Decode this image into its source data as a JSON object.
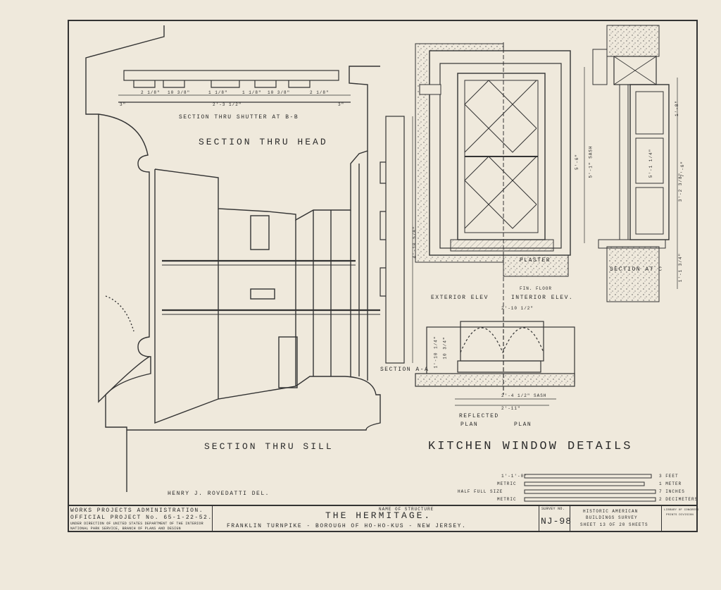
{
  "sheet": {
    "title": "KITCHEN WINDOW DETAILS",
    "drawn_by": "HENRY J. ROVEDATTI   DEL."
  },
  "labels": {
    "section_shutter": "SECTION THRU SHUTTER AT B-B",
    "section_head": "SECTION THRU HEAD",
    "section_sill": "SECTION THRU SILL",
    "section_aa": "SECTION A-A",
    "exterior_elev": "EXTERIOR ELEV",
    "interior_elev": "INTERIOR ELEV.",
    "plaster": "PLASTER",
    "fin_floor": "FIN. FLOOR",
    "section_at_c": "SECTION AT C",
    "reflected_plan": "REFLECTED",
    "plan_plan": "PLAN",
    "plan_word": "PLAN"
  },
  "dimensions": {
    "shutter_total": "2'-3 1/2\"",
    "shutter_a": "2 1/8\"",
    "shutter_b": "10 3/8\"",
    "shutter_c": "1 1/8\"",
    "shutter_d": "1 1/8\"",
    "shutter_e": "10 3/8\"",
    "shutter_f": "2 1/8\"",
    "shutter_left": "3\"",
    "shutter_right": "3\"",
    "section_aa_total": "4'-10 5/8\"",
    "window_height": "5'-6\"",
    "sash_height": "5'-1\" SASH",
    "right_height": "7'-6\"",
    "right_a": "1'-8\"",
    "right_b": "3'-2 3/8\"",
    "right_c": "5'-1 1/4\"",
    "right_sill": "1'-1 3/4\"",
    "plan_top": "2'-10 1/2\"",
    "plan_sash": "2'-4 1/2\" SASH",
    "plan_bottom": "2'-11\"",
    "plan_left": "1'-10 1/4\"",
    "plan_left2": "10 3/4\""
  },
  "scale": {
    "r1_label": "1'-1'-0\"",
    "r1_unit": "3 FEET",
    "r2_label": "METRIC",
    "r2_unit": "1 METER",
    "r3_label": "HALF FULL SIZE",
    "r3_unit": "7 INCHES",
    "r4_label": "METRIC",
    "r4_unit": "2 DECIMETERS"
  },
  "title_block": {
    "agency": "WORKS PROJECTS ADMINISTRATION.",
    "project": "OFFICIAL PROJECT No. 65-1-22-52.",
    "under1": "UNDER DIRECTION OF UNITED STATES DEPARTMENT OF THE INTERIOR",
    "under2": "NATIONAL PARK SERVICE, BRANCH OF PLANS AND DESIGN",
    "structure_caption": "NAME OF STRUCTURE",
    "structure": "THE HERMITAGE.",
    "location": "FRANKLIN  TURNPIKE - BOROUGH OF HO-HO-KUS - NEW JERSEY.",
    "survey_caption": "SURVEY NO.",
    "survey_no": "NJ-98",
    "habs1": "HISTORIC AMERICAN",
    "habs2": "BUILDINGS SURVEY",
    "sheet_of": "SHEET 13 OF 20 SHEETS",
    "library1": "LIBRARY OF CONGRESS",
    "library2": "PRINTS DIVISION"
  },
  "colors": {
    "paper": "#efe9dc",
    "ink": "#2a2a2a"
  }
}
